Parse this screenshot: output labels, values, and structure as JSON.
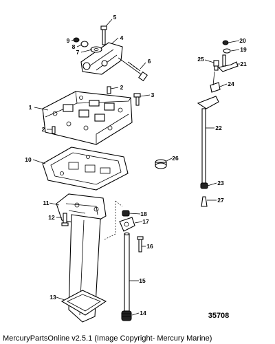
{
  "diagram": {
    "figure_number": "35708",
    "callouts": [
      "1",
      "2",
      "2",
      "3",
      "4",
      "5",
      "6",
      "7",
      "8",
      "9",
      "10",
      "11",
      "12",
      "13",
      "14",
      "15",
      "16",
      "17",
      "18",
      "19",
      "20",
      "21",
      "22",
      "23",
      "24",
      "25",
      "26",
      "27"
    ]
  },
  "footer": {
    "copyright": "MercuryPartsOnline v2.5.1 (Image Copyright- Mercury Marine)"
  }
}
